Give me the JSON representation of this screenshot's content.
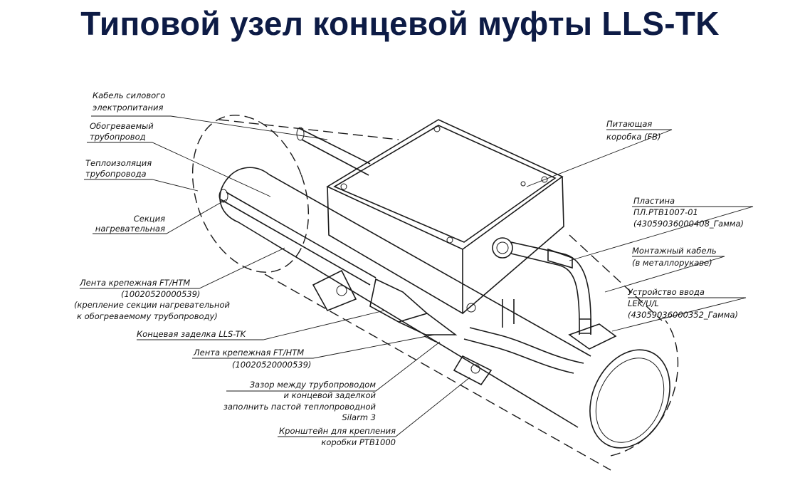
{
  "title": "Типовой узел концевой муфты LLS-TK",
  "colors": {
    "title": "#0d1b45",
    "line": "#1a1a1a",
    "background": "#ffffff"
  },
  "labels": {
    "power_cable": [
      "Кабель силового",
      "электропитания"
    ],
    "heated_pipe": [
      "Обогреваемый",
      "трубопровод"
    ],
    "insulation": [
      "Теплоизоляция",
      "трубопровода"
    ],
    "heating_section": [
      "Секция",
      "нагревательная"
    ],
    "band_1": [
      "Лента крепежная FT/HTM",
      "(10020520000539)",
      "(крепление секции нагревательной",
      "к обогреваемому трубопроводу)"
    ],
    "end_seal": [
      "Концевая заделка LLS-TK"
    ],
    "band_2": [
      "Лента крепежная FT/HTM",
      "(10020520000539)"
    ],
    "gap": [
      "Зазор между трубопроводом",
      "и концевой заделкой",
      "заполнить пастой теплопроводной",
      "Silarm 3"
    ],
    "bracket": [
      "Кронштейн для крепления",
      "коробки PTB1000"
    ],
    "power_box": [
      "Питающая",
      "коробка (FB)"
    ],
    "plate": [
      "Пластина",
      "ПЛ.PTB1007-01",
      "(43059036000408_Гамма)"
    ],
    "mount_cable": [
      "Монтажный кабель",
      "(в металлорукаве)"
    ],
    "entry_device": [
      "Устройство ввода",
      "LEK/U/L",
      "(43059036000352_Гамма)"
    ]
  }
}
